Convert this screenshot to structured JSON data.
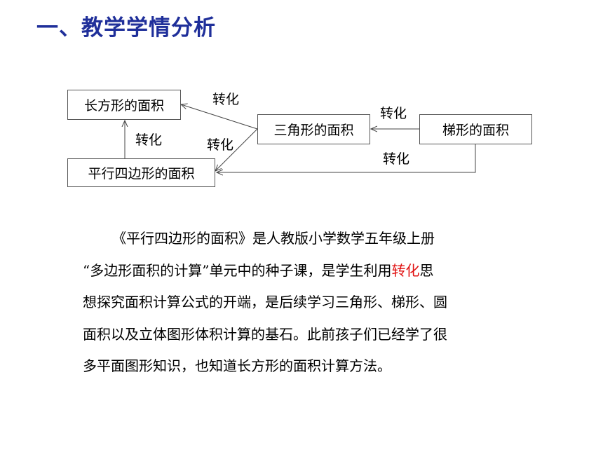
{
  "slide": {
    "title": "一、教学学情分析"
  },
  "diagram": {
    "boxes": {
      "rectangle": "长方形的面积",
      "parallelogram": "平行四边形的面积",
      "triangle": "三角形的面积",
      "trapezoid": "梯形的面积"
    },
    "labels": {
      "triangle_to_rectangle": "转化",
      "trapezoid_to_triangle": "转化",
      "parallelogram_to_rectangle": "转化",
      "triangle_to_parallelogram": "转化",
      "trapezoid_to_parallelogram": "转化"
    }
  },
  "paragraph": {
    "line1": "《平行四边形的面积》是人教版小学数学五年级上册",
    "line2_before": "“多边形面积的计算”单元中的种子课，是学生利用",
    "line2_highlight": "转化",
    "line2_after": "思",
    "line3": "想探究面积计算公式的开端，是后续学习三角形、梯形、圆",
    "line4": "面积以及立体图形体积计算的基石。此前孩子们已经学了很",
    "line5": "多平面图形知识，也知道长方形的面积计算方法。",
    "highlight_color": "#e01010"
  }
}
